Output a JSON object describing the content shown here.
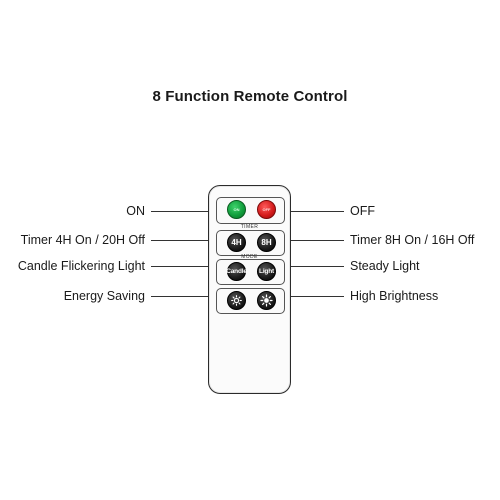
{
  "title": "8 Function Remote Control",
  "labels": {
    "on": "ON",
    "off": "OFF",
    "timer_4h": "Timer 4H On / 20H Off",
    "timer_8h": "Timer 8H On / 16H Off",
    "candle": "Candle Flickering Light",
    "steady": "Steady Light",
    "energy": "Energy Saving",
    "brightness": "High Brightness"
  },
  "remote": {
    "timer_section": "TIMER",
    "mode_section": "MODE",
    "on_button": "ON",
    "off_button": "OFF",
    "btn_4h": "4H",
    "btn_8h": "8H",
    "btn_candle": "Candle",
    "btn_light": "Light"
  },
  "colors": {
    "on_button": "#0f9a3a",
    "off_button": "#d11919"
  }
}
